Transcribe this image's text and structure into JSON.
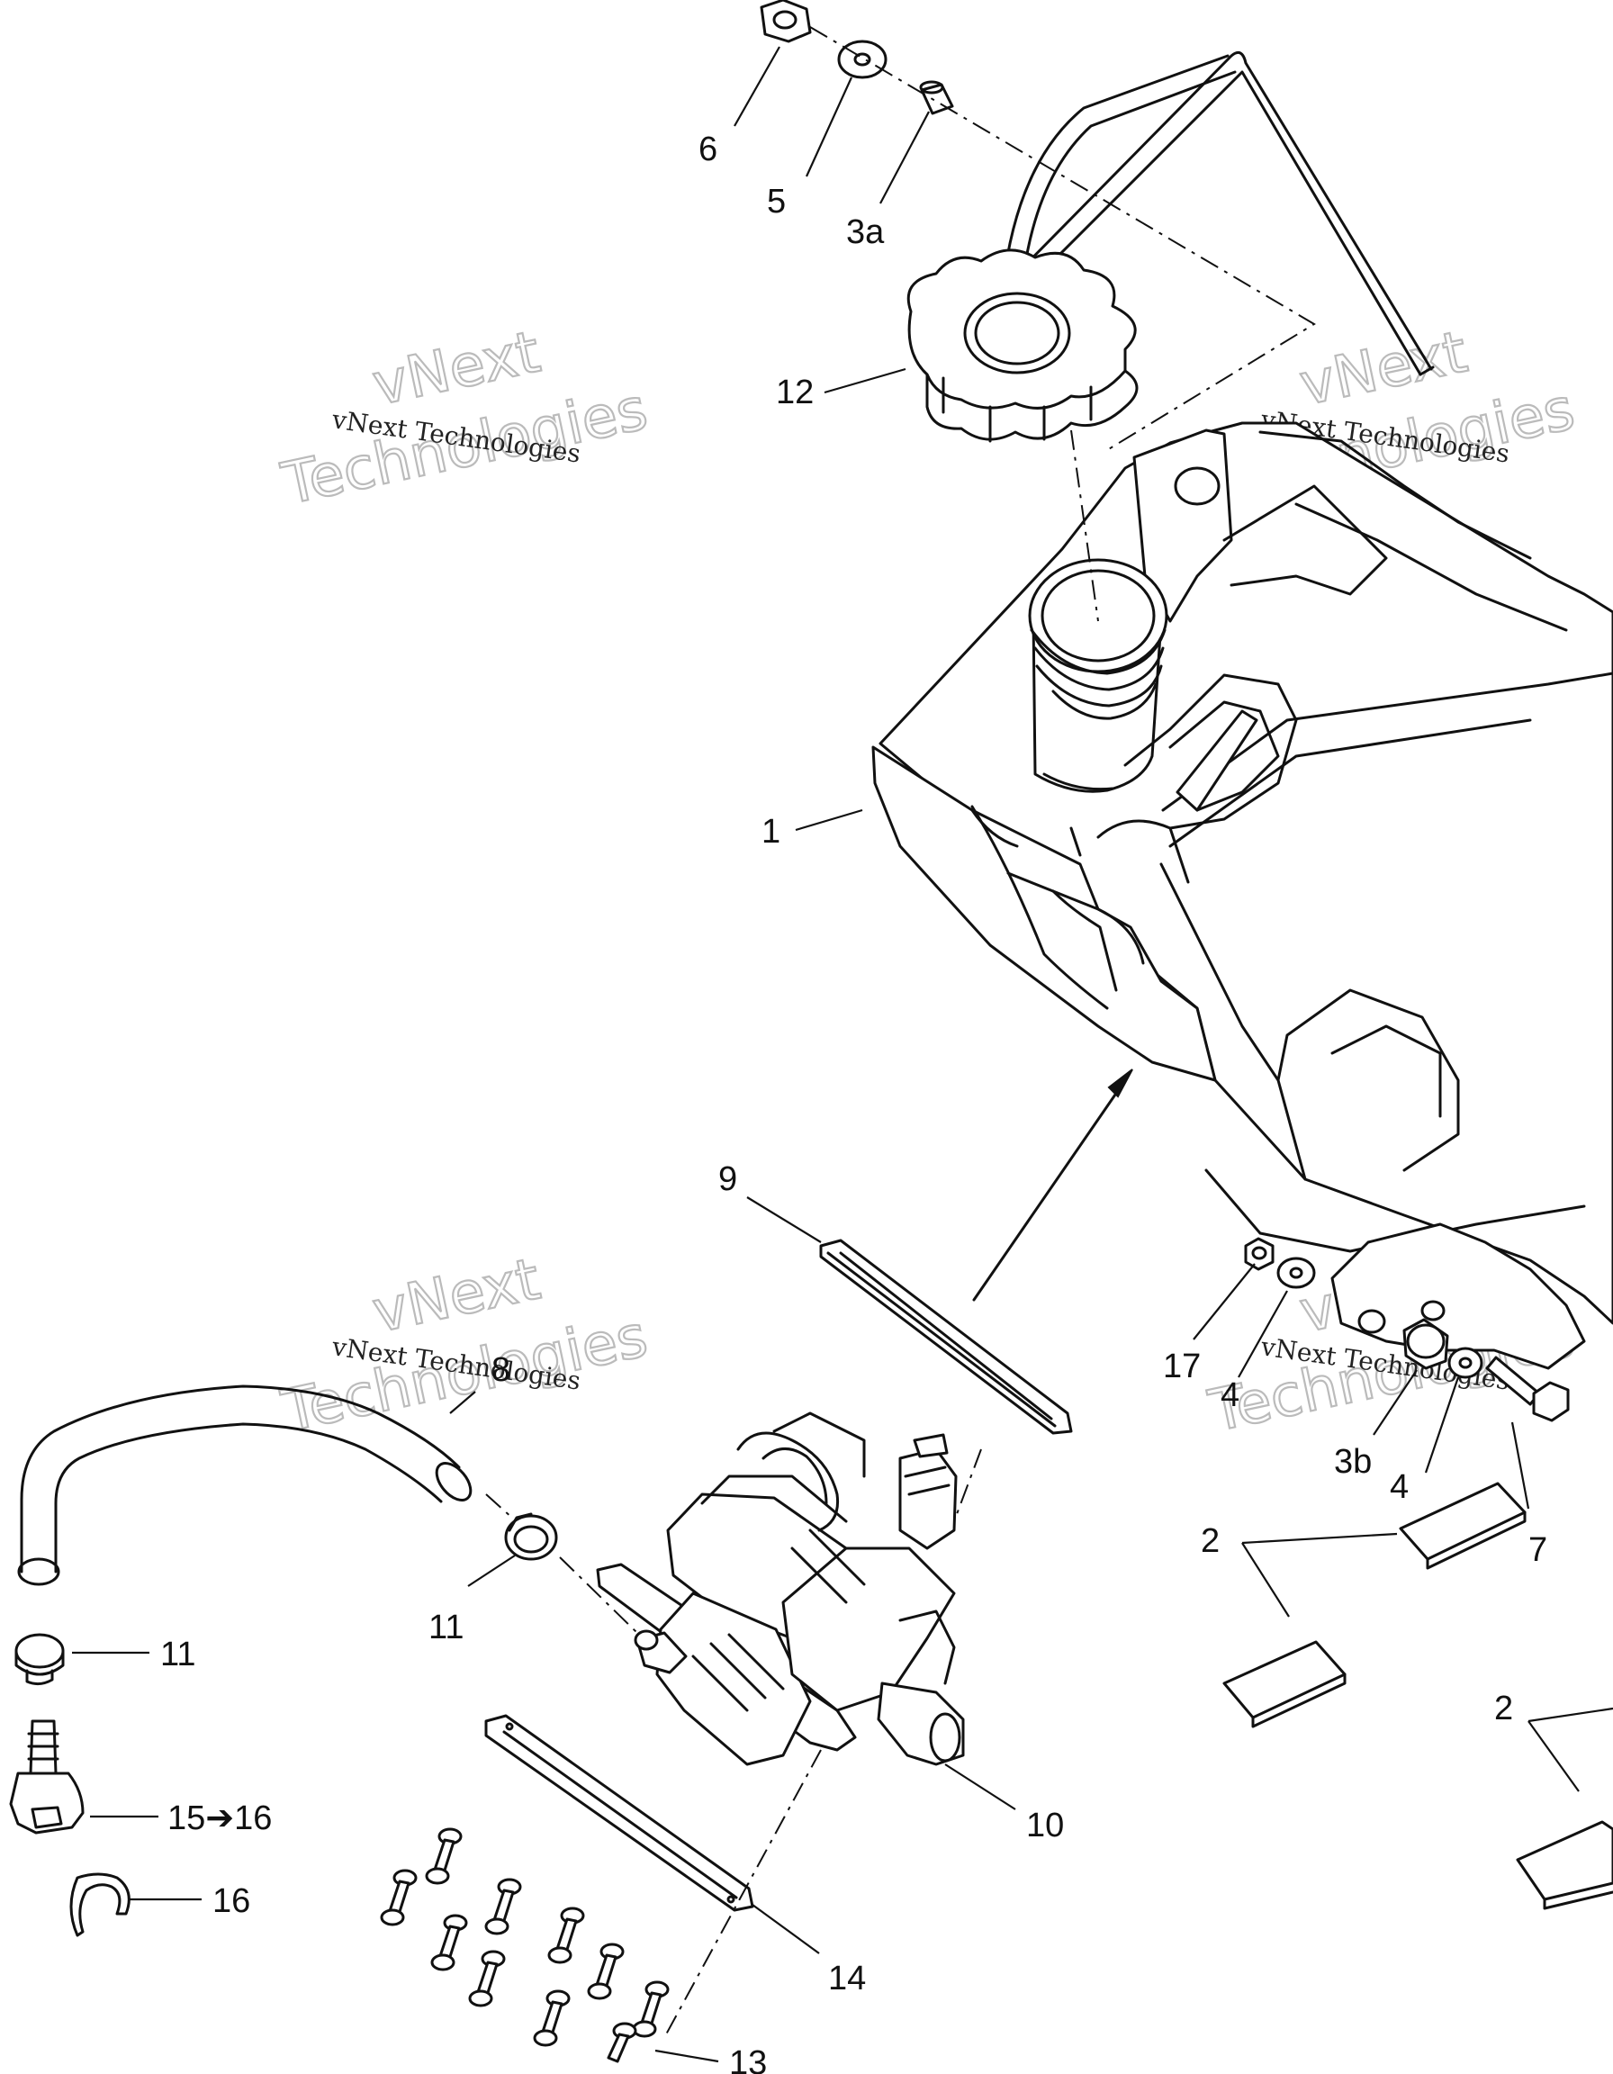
{
  "callouts": {
    "c6": "6",
    "c5": "5",
    "c3a": "3a",
    "c12": "12",
    "c1": "1",
    "c9": "9",
    "c8": "8",
    "c11a": "11",
    "c11b": "11",
    "c15": "15➔16",
    "c16": "16",
    "c10": "10",
    "c14": "14",
    "c13": "13",
    "c17": "17",
    "c4a": "4",
    "c3b": "3b",
    "c4b": "4",
    "c7": "7",
    "c2a": "2",
    "c2b": "2"
  },
  "watermark": {
    "line_small": "vNext Technologies",
    "line_big_1": "vNext",
    "line_big_2": "Technologies"
  },
  "colors": {
    "ink": "#111111",
    "background": "#ffffff",
    "watermark": "#bbbbbb"
  }
}
